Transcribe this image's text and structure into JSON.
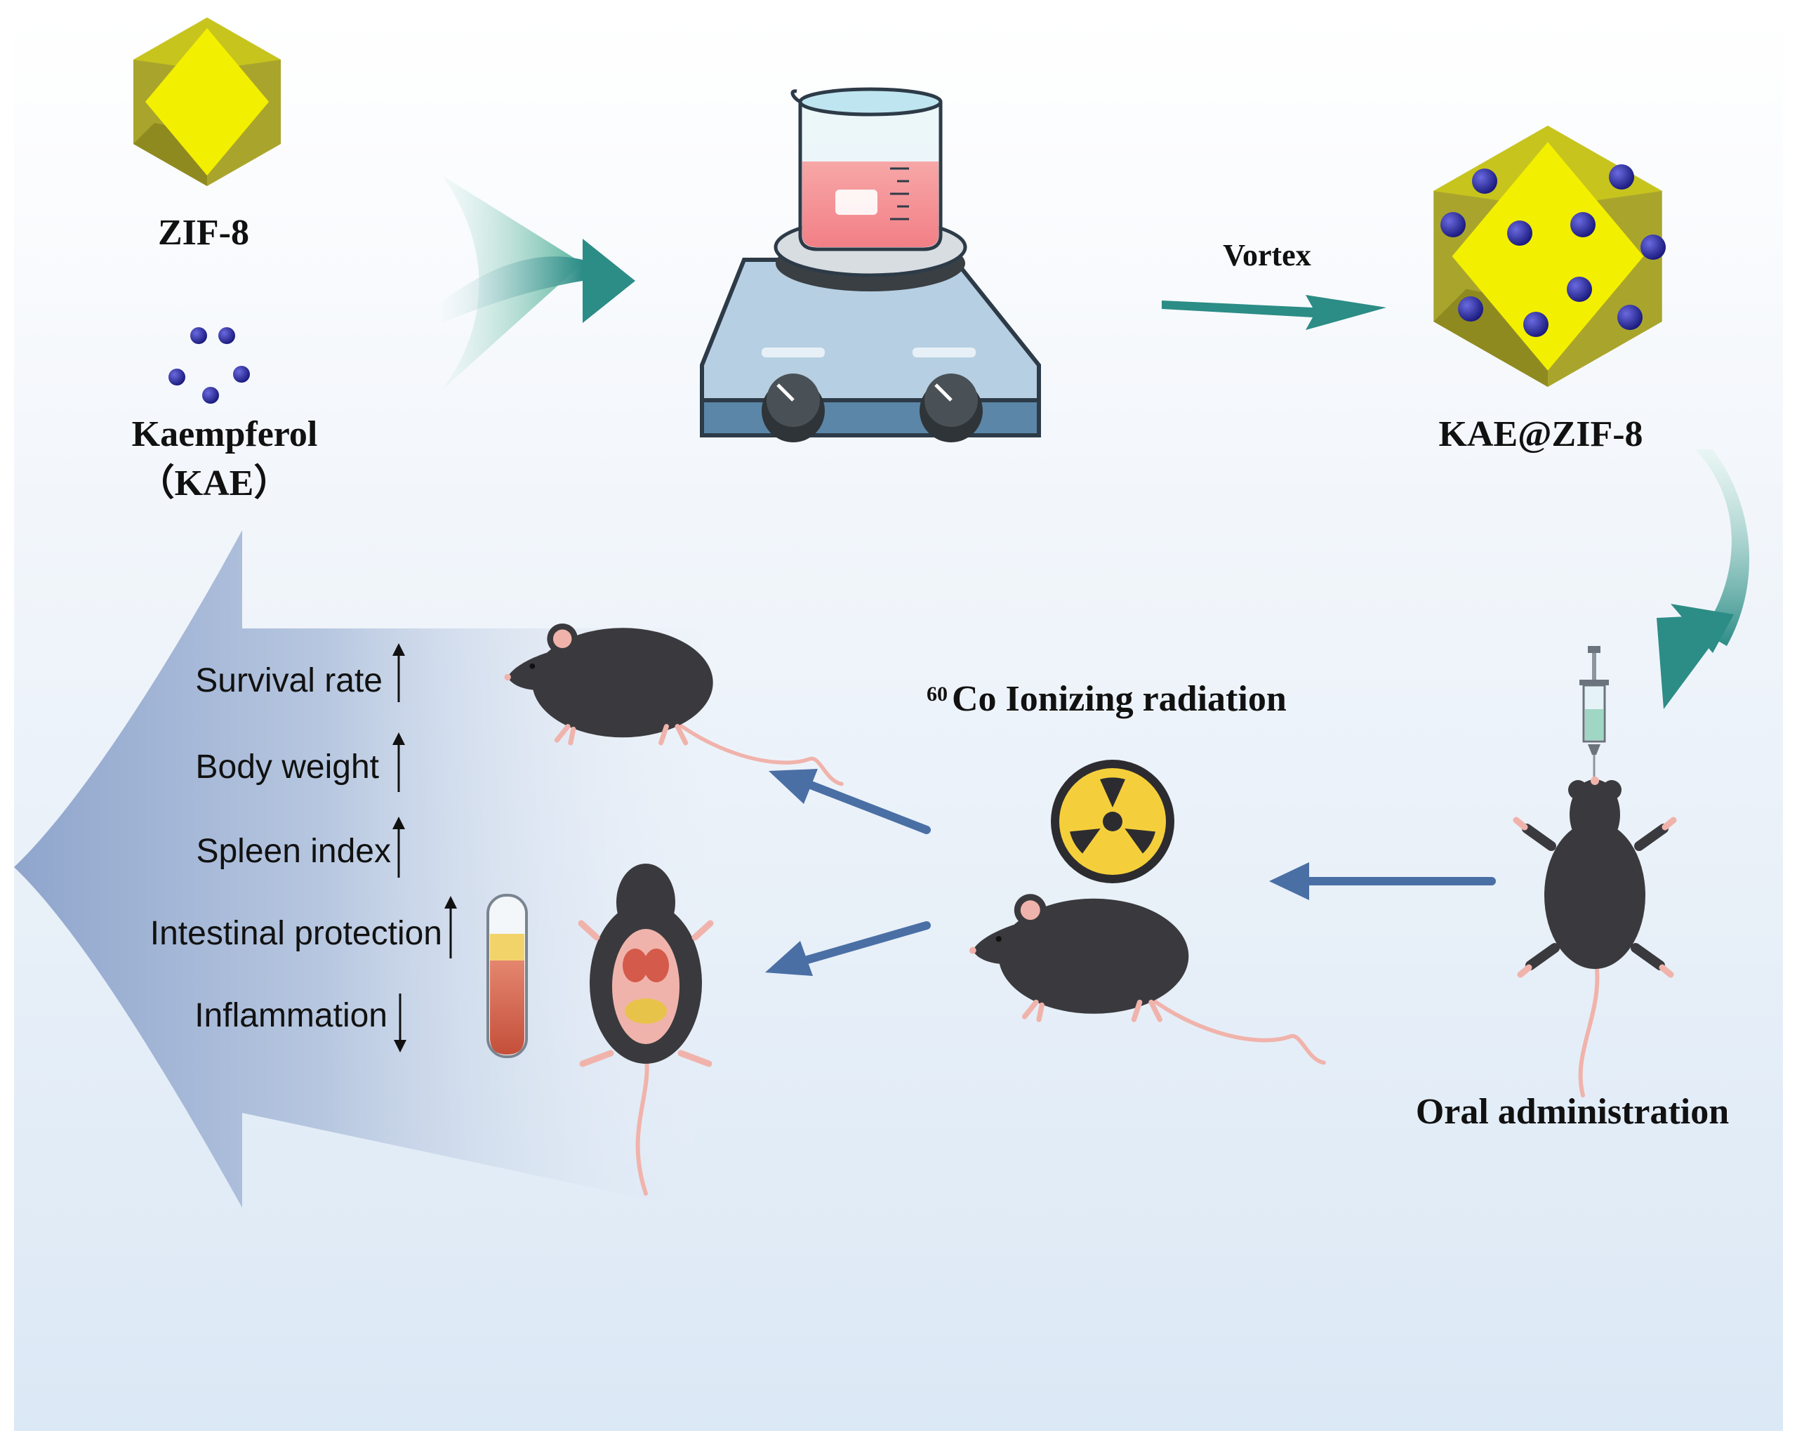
{
  "labels": {
    "zif8": "ZIF-8",
    "kaempferol": "Kaempferol",
    "kae_abbrev": "（KAE）",
    "vortex": "Vortex",
    "kae_zif8": "KAE@ZIF-8",
    "radiation_superscript": "60",
    "radiation": "Co Ionizing radiation",
    "oral_administration": "Oral administration"
  },
  "outcomes": [
    {
      "label": "Survival rate",
      "direction": "up"
    },
    {
      "label": "Body weight",
      "direction": "up"
    },
    {
      "label": "Spleen index",
      "direction": "up"
    },
    {
      "label": "Intestinal protection",
      "direction": "up"
    },
    {
      "label": "Inflammation",
      "direction": "down"
    }
  ],
  "colors": {
    "zif_yellow": "#f3ef00",
    "zif_shade": "#a9a52c",
    "particle_blue": "#2a2a9e",
    "flow_teal": "#2c8c86",
    "arrow_blue": "#4a6fa5",
    "mouse_dark": "#3a3a3e",
    "mouse_pink": "#f0b3ab",
    "hazard_yellow": "#f5cf3b"
  },
  "icons": [
    "zif8-crystal-icon",
    "kaempferol-particles-icon",
    "stirrer-beaker-icon",
    "kae-zif8-crystal-icon",
    "radiation-icon",
    "syringe-icon",
    "blood-tube-icon",
    "mouse-icon"
  ]
}
